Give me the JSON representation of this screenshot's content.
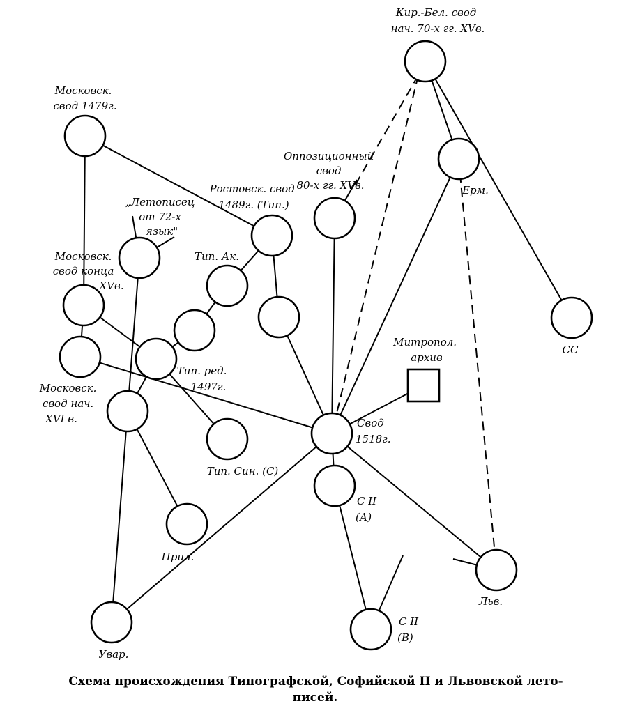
{
  "diagram": {
    "caption": "Схема происхождения Типографской, Софийской II и Львовской лето-писей.",
    "caption_lines": [
      "Схема происхождения Типографской, Софийской II и Львовской лето-",
      "писей."
    ],
    "labels": {
      "kir_bel": [
        "Кир.-Бел. свод",
        "нач. 70-х гг. XVв."
      ],
      "mosk1479": [
        "Московск.",
        "свод 1479г."
      ],
      "opp": [
        "Оппозиционный",
        "свод",
        "80-х гг. XVв."
      ],
      "rost": [
        "Ростовск. свод",
        "1489г. (Тип.)"
      ],
      "letop": [
        "„Летописец",
        "от 72-х",
        "язык\""
      ],
      "erm": [
        "Ерм."
      ],
      "tip_ak": [
        "Тип. Ак."
      ],
      "mosk_konca": [
        "Московск.",
        "свод конца",
        "XVв."
      ],
      "cc": [
        "СС"
      ],
      "mitr": [
        "Митропол.",
        "архив"
      ],
      "tip_red": [
        "Тип. ред.",
        "1497г."
      ],
      "mosk_nach": [
        "Московск.",
        "свод нач.",
        "XVI в."
      ],
      "svod1518": [
        "Свод",
        "1518г."
      ],
      "tip_sin": [
        "Тип. Син. (С)"
      ],
      "s2a": [
        "С II",
        "(А)"
      ],
      "pril": [
        "Прил."
      ],
      "lv": [
        "Льв."
      ],
      "s2v": [
        "С II",
        "(В)"
      ],
      "uvar": [
        "Увар."
      ]
    }
  }
}
